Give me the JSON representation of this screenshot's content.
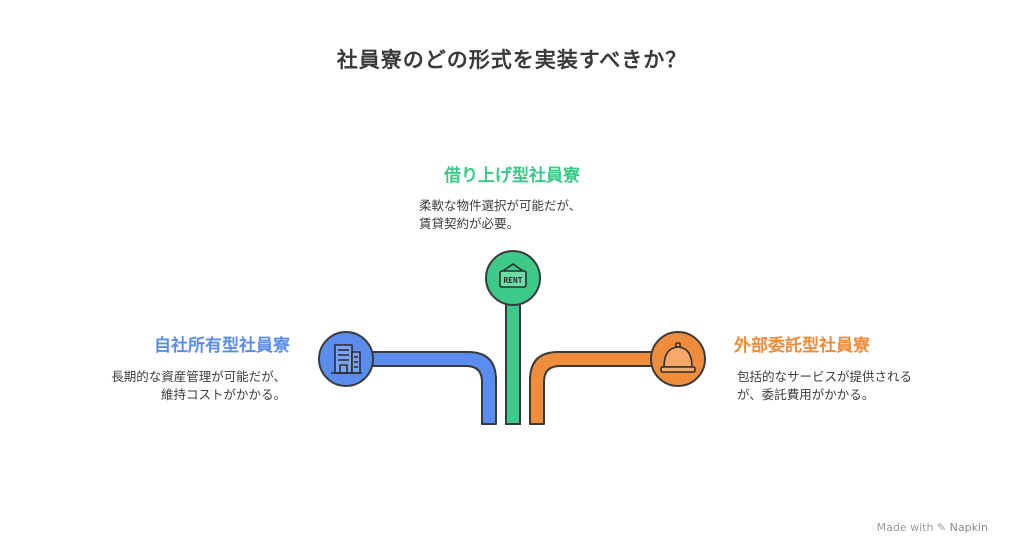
{
  "title": "社員寮のどの形式を実装すべきか？",
  "options": {
    "left": {
      "heading": "自社所有型社員寮",
      "description": "長期的な資産管理が可能だが、\n維持コストがかかる。",
      "color": "#5b8def",
      "icon": "building-icon"
    },
    "middle": {
      "heading": "借り上げ型社員寮",
      "description": "柔軟な物件選択が可能だが、\n賃貸契約が必要。",
      "color": "#3dc988",
      "icon": "rent-sign-icon",
      "sign_text": "RENT"
    },
    "right": {
      "heading": "外部委託型社員寮",
      "description": "包括的なサービスが提供される\nが、委託費用がかかる。",
      "color": "#f08d3c",
      "icon": "service-bell-icon"
    }
  },
  "footer": {
    "made_with": "Made with",
    "brand": "Napkin"
  }
}
